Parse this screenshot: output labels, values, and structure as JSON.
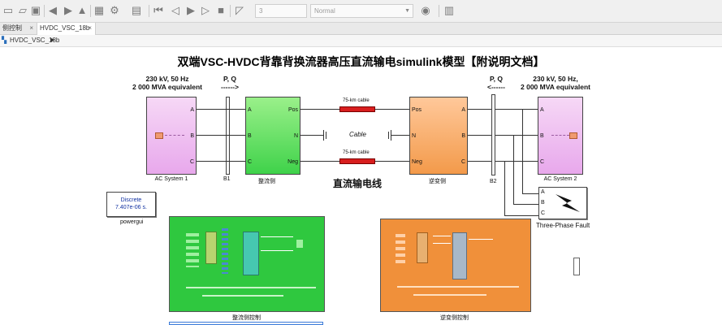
{
  "toolbar": {
    "sim_time": "3",
    "mode": "Normal"
  },
  "tabs": [
    {
      "label": "侧控制",
      "active": false
    },
    {
      "label": "HVDC_VSC_18b",
      "active": true
    }
  ],
  "breadcrumb": {
    "model": "HVDC_VSC_18b"
  },
  "diagram": {
    "title": "双端VSC-HVDC背靠背换流器高压直流输电simulink模型【附说明文档】",
    "left_source_line1": "230 kV, 50 Hz",
    "left_source_line2": "2 000 MVA equivalent",
    "right_source_line1": "230 kV, 50 Hz,",
    "right_source_line2": "2 000 MVA equivalent",
    "pq_left": "P, Q",
    "pq_left_arrow": "------>",
    "pq_right": "P, Q",
    "pq_right_arrow": "<------",
    "ac_system_1": "AC System 1",
    "ac_system_2": "AC System 2",
    "bus_b1": "B1",
    "bus_b2": "B2",
    "rectifier": "整流侧",
    "inverter": "逆变侧",
    "cable_top": "75-km cable",
    "cable_bottom": "75-km cable",
    "cable_center": "Cable",
    "dc_line": "直流输电线",
    "port_a": "A",
    "port_b": "B",
    "port_c": "C",
    "port_pos": "Pos",
    "port_n": "N",
    "port_neg": "Neg",
    "powergui_line1": "Discrete",
    "powergui_line2": "7.407e-06 s.",
    "powergui_label": "powergui",
    "fault_label": "Three-Phase Fault",
    "rect_control": "整流侧控制",
    "inv_control": "逆变侧控制"
  },
  "colors": {
    "ac_block": "#e8a8ec",
    "rectifier": "#3fd24a",
    "inverter": "#f39a4a",
    "cable": "#d81e1e"
  }
}
